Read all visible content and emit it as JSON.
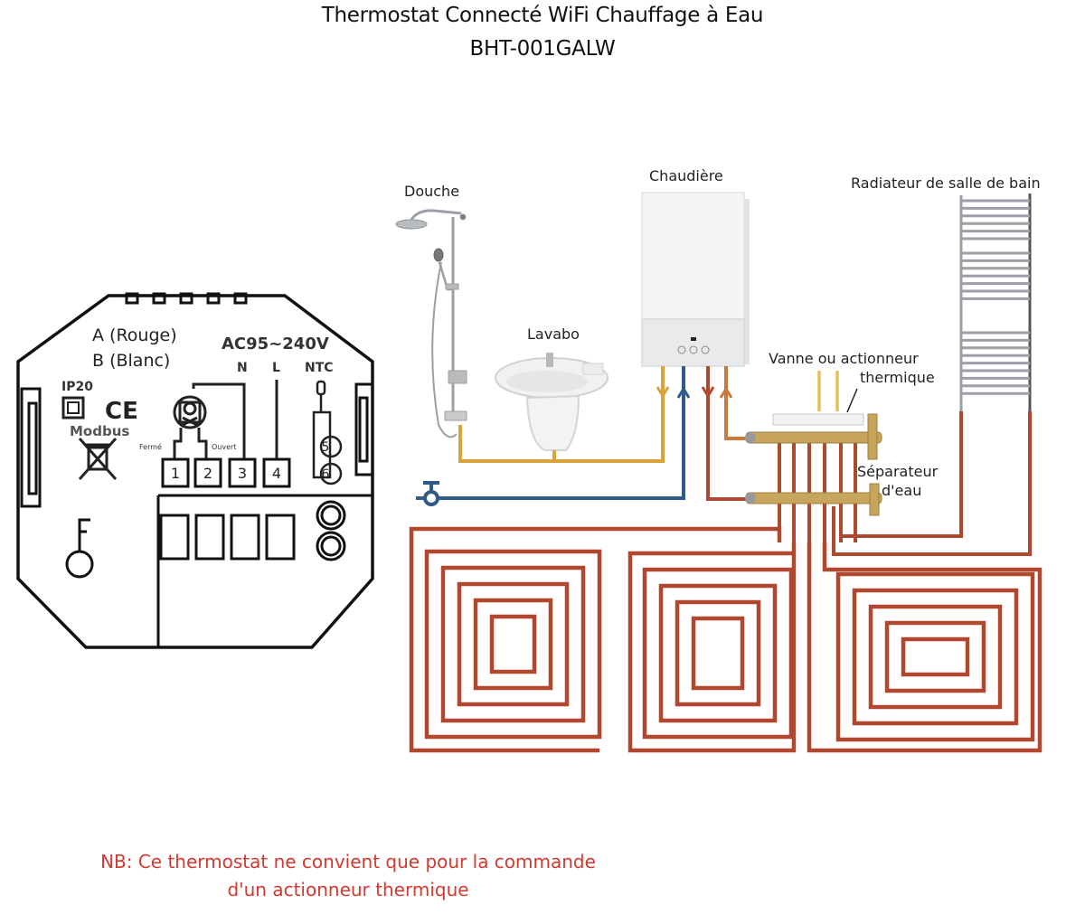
{
  "header": {
    "title": "Thermostat Connecté WiFi Chauffage à Eau",
    "model": "BHT-001GALW"
  },
  "thermostat_back": {
    "wire_a": "A (Rouge)",
    "wire_b": "B (Blanc)",
    "voltage": "AC95~240V",
    "neutral": "N",
    "live": "L",
    "sensor": "NTC",
    "rating": "IP20",
    "ce_mark": "CE",
    "protocol": "Modbus",
    "closed": "Fermé",
    "open": "Ouvert",
    "terminals": [
      "1",
      "2",
      "3",
      "4"
    ],
    "sensor_terminals": [
      "5",
      "6"
    ]
  },
  "installation": {
    "shower": "Douche",
    "sink": "Lavabo",
    "boiler": "Chaudière",
    "radiator": "Radiateur de salle de bain",
    "valve_line1": "Vanne ou actionneur",
    "valve_line2": "thermique",
    "separator_line1": "Séparateur",
    "separator_line2": "d'eau"
  },
  "colors": {
    "hot_water": "#d9a23a",
    "cold_water": "#2f5a8a",
    "heating": "#b2472f",
    "return": "#c97a3a",
    "note": "#d4382f"
  },
  "footnote": {
    "line1": "NB: Ce thermostat ne convient que pour la commande",
    "line2": "d'un actionneur thermique"
  }
}
